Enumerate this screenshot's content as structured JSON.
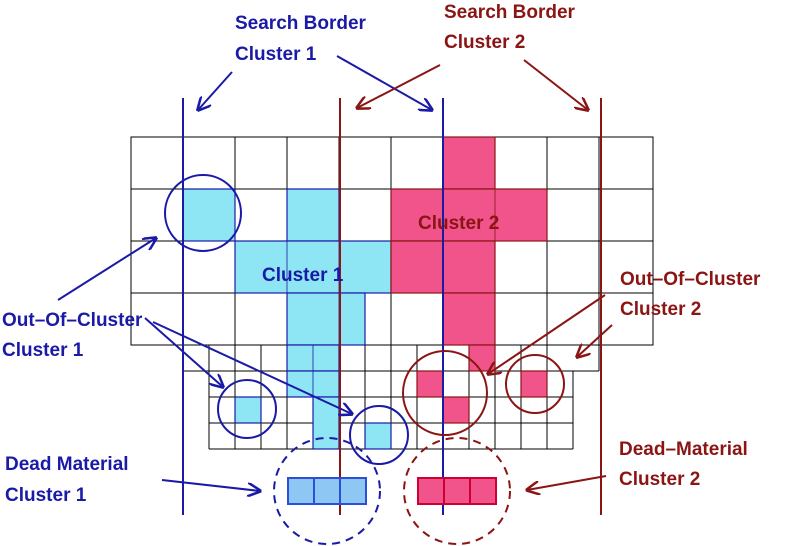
{
  "labels": {
    "search_border_1_line1": "Search Border",
    "search_border_1_line2": "Cluster 1",
    "search_border_2_line1": "Search Border",
    "search_border_2_line2": "Cluster 2",
    "cluster_1": "Cluster 1",
    "cluster_2": "Cluster 2",
    "out_of_cluster_1_line1": "Out–Of–Cluster",
    "out_of_cluster_1_line2": "Cluster 1",
    "out_of_cluster_2_line1": "Out–Of–Cluster",
    "out_of_cluster_2_line2": "Cluster 2",
    "dead_material_1_line1": "Dead Material",
    "dead_material_1_line2": "Cluster 1",
    "dead_material_2_line1": "Dead–Material",
    "dead_material_2_line2": "Cluster 2"
  },
  "colors": {
    "cluster_1_fill": "#8ee6f4",
    "cluster_2_fill": "#f0548a",
    "blue": "#1a1aa6",
    "dark_red": "#8b1414",
    "dead_material_1_fill": "#8ec6f4",
    "dead_material_1_stroke": "#2b4fd6",
    "dead_material_2_stroke": "#cc0033"
  }
}
